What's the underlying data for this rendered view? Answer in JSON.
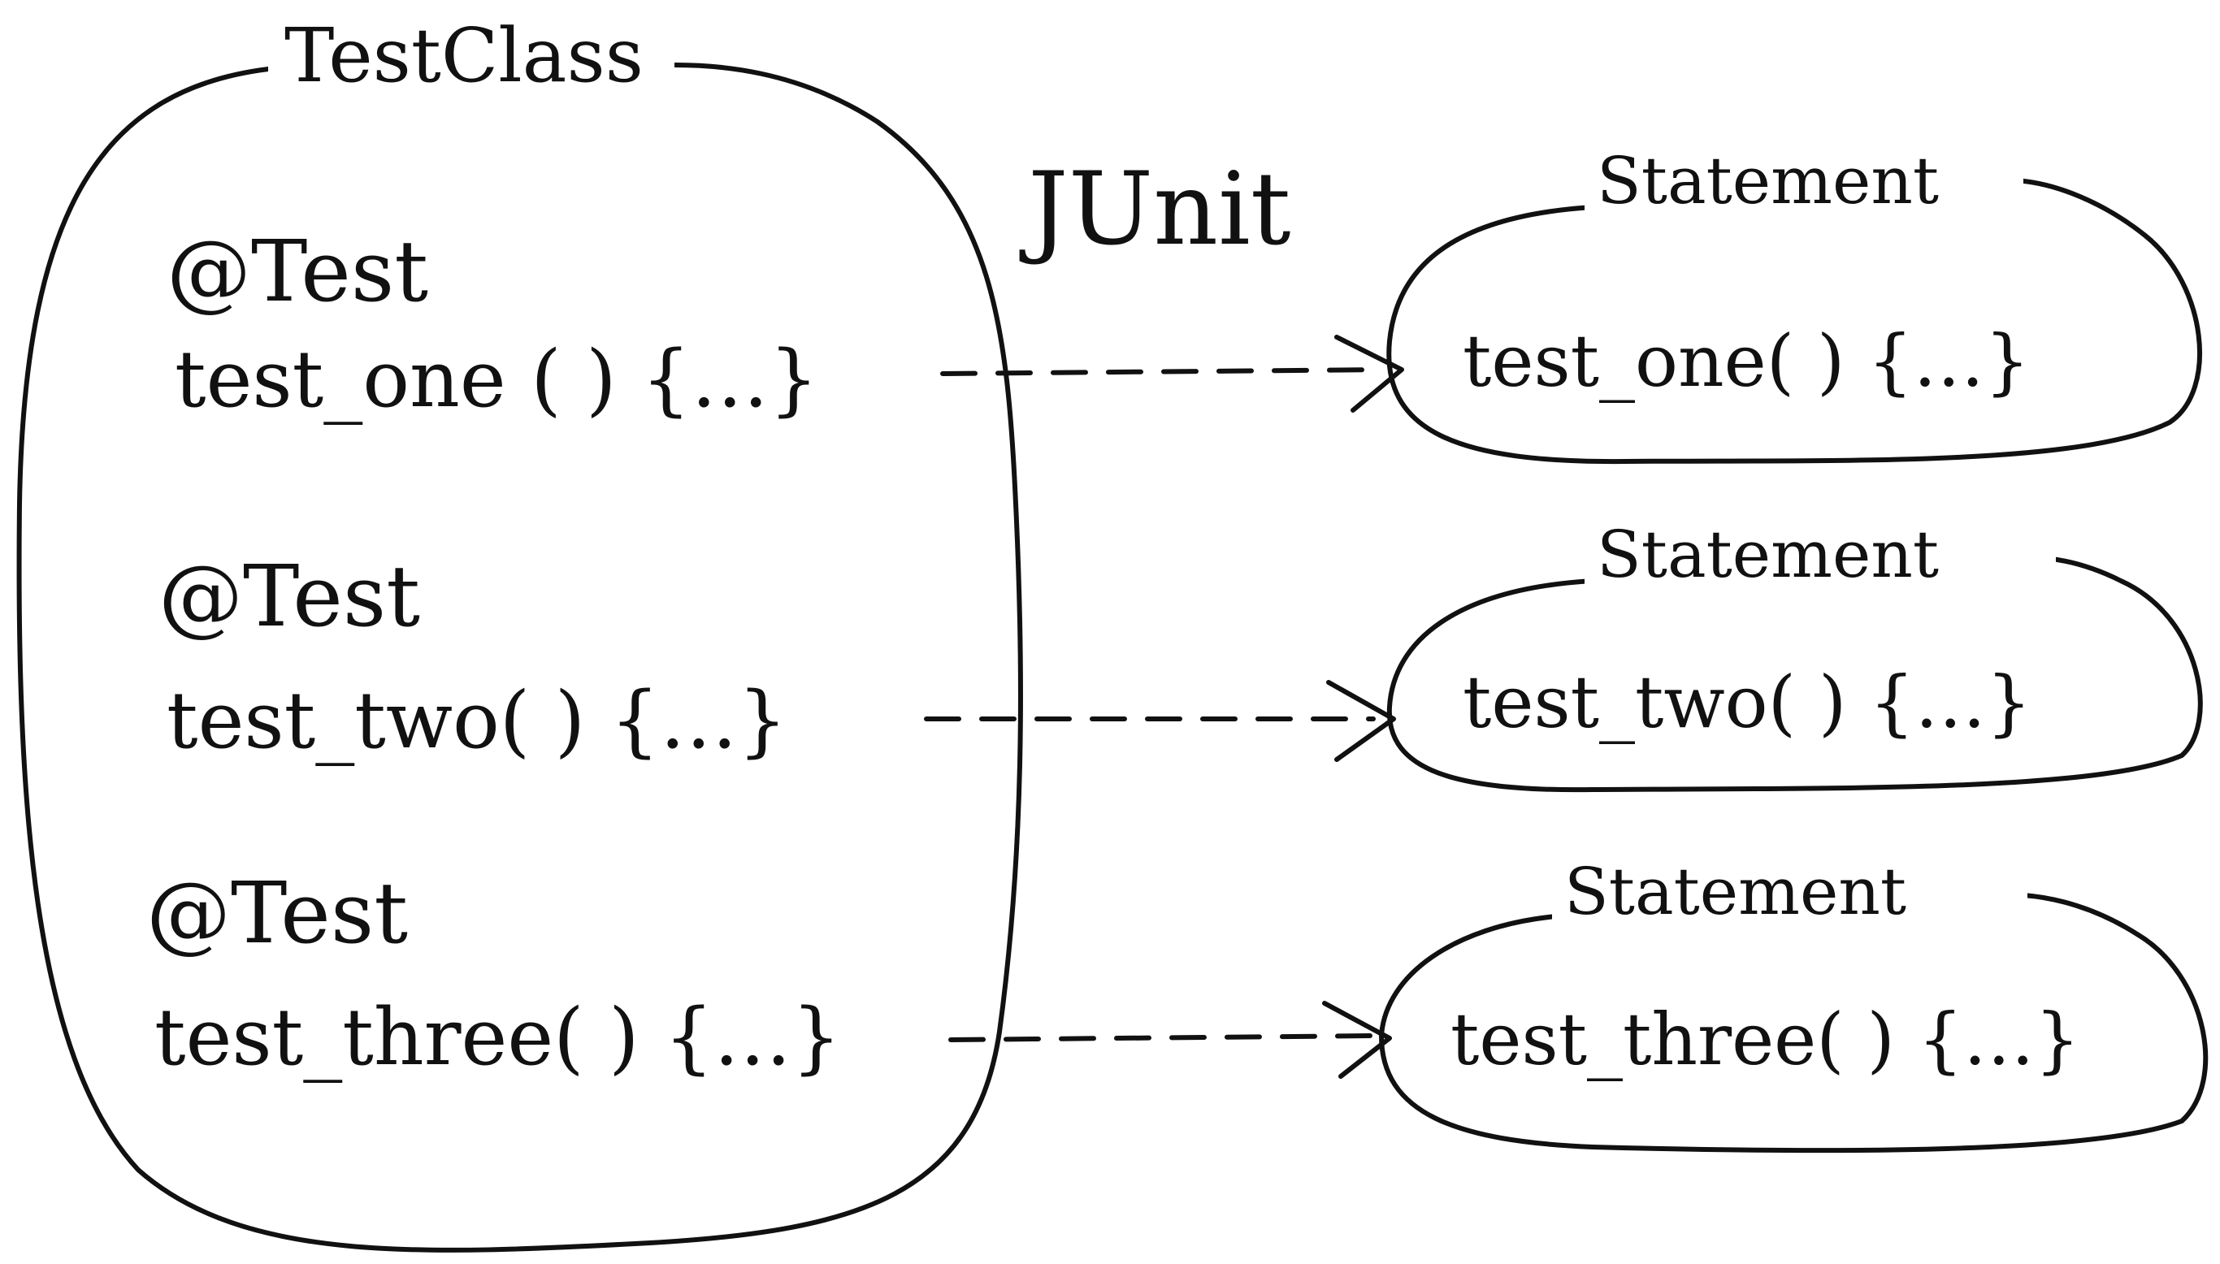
{
  "test_class": {
    "title": "TestClass",
    "methods": [
      {
        "annotation": "@Test",
        "signature": "test_one ( ) {…}"
      },
      {
        "annotation": "@Test",
        "signature": "test_two( ) {…}"
      },
      {
        "annotation": "@Test",
        "signature": "test_three( ) {…}"
      }
    ]
  },
  "runner_label": "JUnit",
  "statements": [
    {
      "title": "Statement",
      "signature": "test_one( ) {…}"
    },
    {
      "title": "Statement",
      "signature": "test_two( ) {…}"
    },
    {
      "title": "Statement",
      "signature": "test_three( ) {…}"
    }
  ],
  "colors": {
    "ink": "#111111",
    "background": "#ffffff"
  }
}
